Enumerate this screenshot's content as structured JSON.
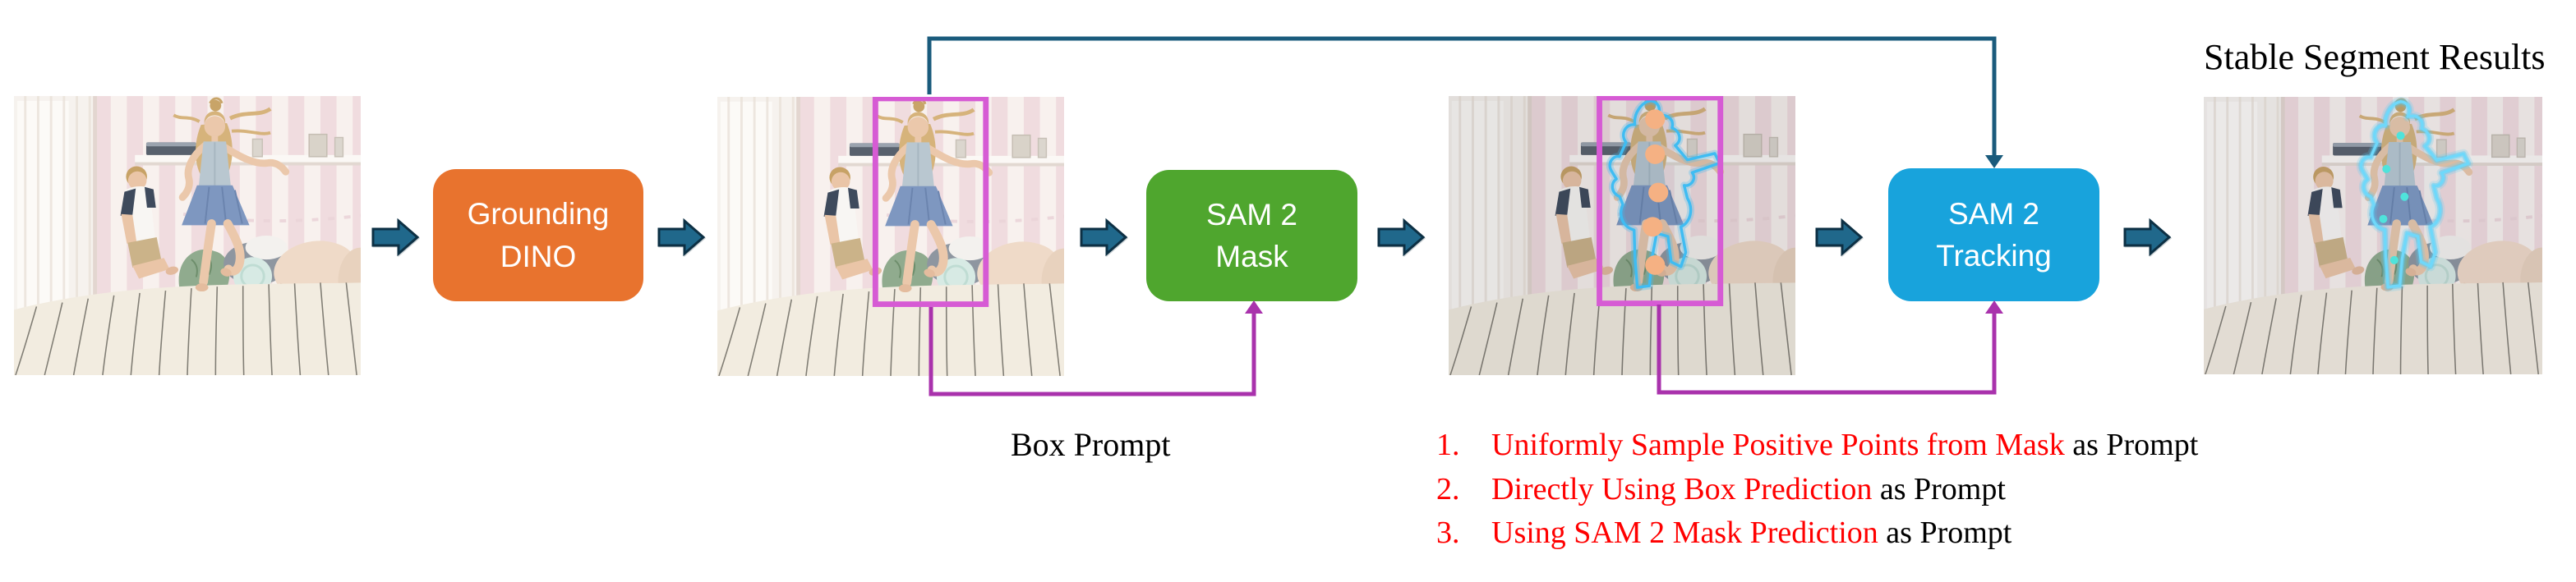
{
  "title": {
    "text": "Stable Segment Results"
  },
  "nodes": {
    "grounding_dino": {
      "line1": "Grounding",
      "line2": "DINO"
    },
    "sam2_mask": {
      "line1": "SAM 2",
      "line2": "Mask"
    },
    "sam2_tracking": {
      "line1": "SAM 2",
      "line2": "Tracking"
    }
  },
  "labels": {
    "box_prompt": "Box Prompt"
  },
  "prompt_list": {
    "items": [
      {
        "number": "1.",
        "red_text": "Uniformly Sample Positive Points from Mask",
        "black_text": " as Prompt"
      },
      {
        "number": "2.",
        "red_text": "Directly Using Box Prediction",
        "black_text": " as Prompt"
      },
      {
        "number": "3.",
        "red_text": "Using SAM 2 Mask Prediction",
        "black_text": " as Prompt"
      }
    ]
  },
  "colors": {
    "node_orange": "#E8732E",
    "node_green": "#4FA62E",
    "node_blue": "#18A3DC",
    "node_text": "#FFFFFF",
    "flow_arrow_fill": "#20688B",
    "flow_arrow_stroke": "#0D3044",
    "connector_teal": "#1A5B7C",
    "connector_magenta": "#A932AC",
    "bbox_pink": "#D65BD4",
    "point_orange": "#F5B183",
    "mask_outline_blue": "#3FBCF2",
    "result_cyan": "#4FE3DB",
    "list_red": "#FF0000",
    "text_black": "#000000"
  }
}
